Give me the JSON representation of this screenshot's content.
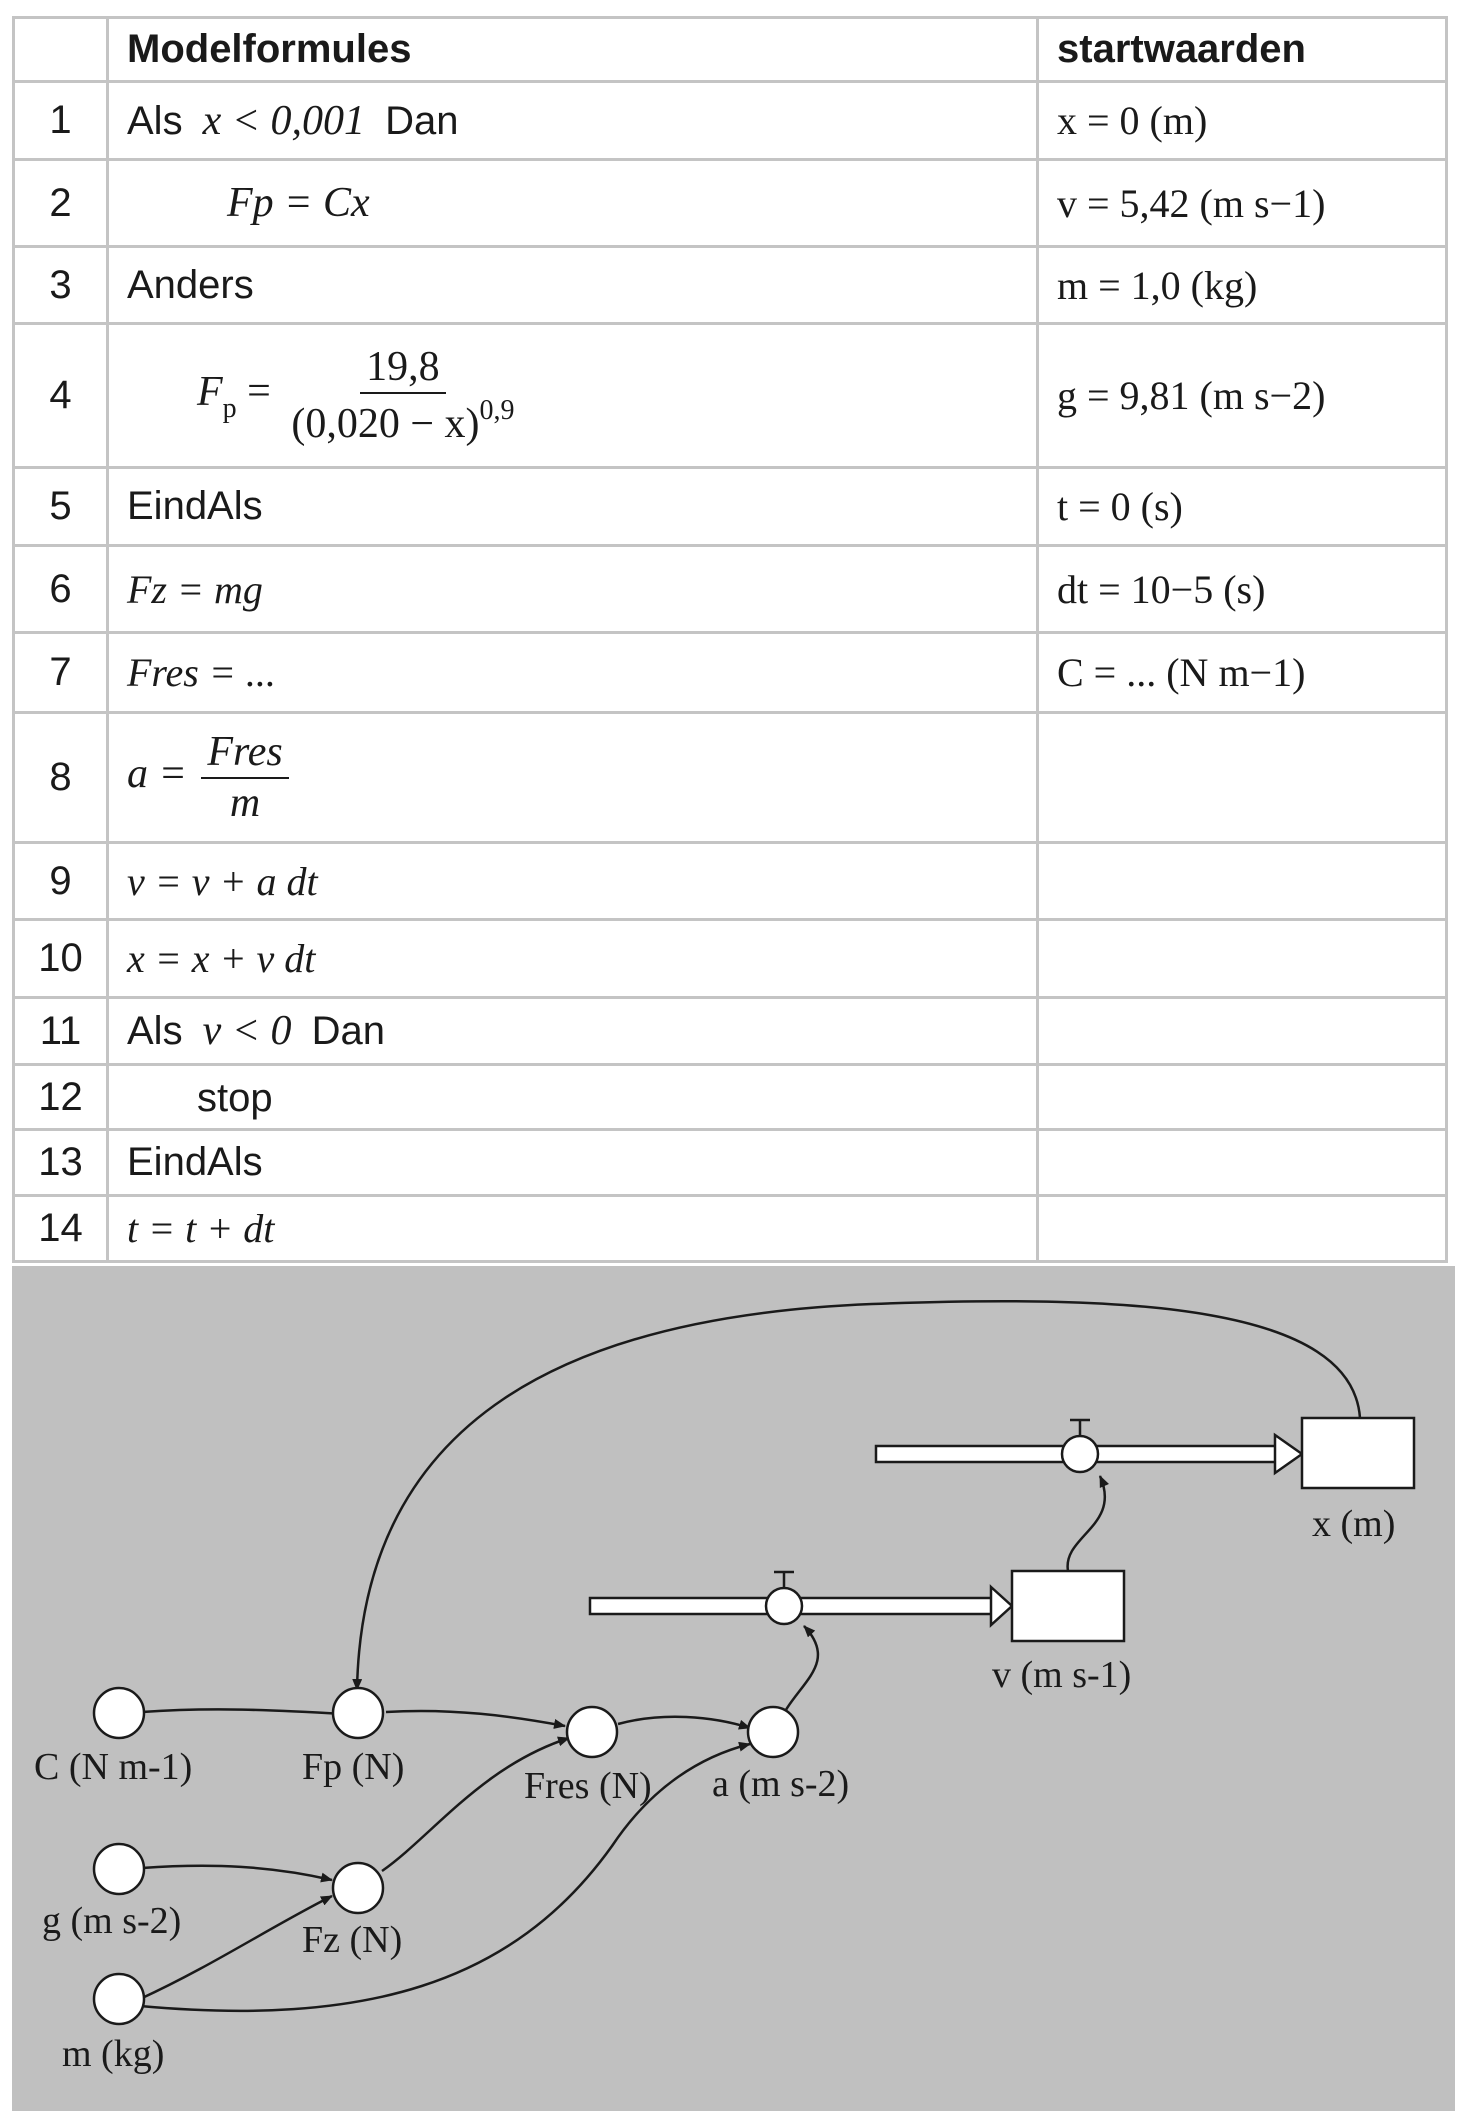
{
  "table": {
    "headers": {
      "num": "",
      "formulas": "Modelformules",
      "start": "startwaarden"
    },
    "rows": [
      {
        "num": "1",
        "start": "x = 0 (m)"
      },
      {
        "num": "2",
        "start": "v = 5,42 (m s−1)"
      },
      {
        "num": "3",
        "start": "m = 1,0 (kg)"
      },
      {
        "num": "4",
        "start": "g = 9,81 (m s−2)"
      },
      {
        "num": "5",
        "start": "t = 0 (s)"
      },
      {
        "num": "6",
        "start": "dt = 10−5 (s)"
      },
      {
        "num": "7",
        "start": "C = ... (N m−1)"
      },
      {
        "num": "8",
        "start": ""
      },
      {
        "num": "9",
        "start": ""
      },
      {
        "num": "10",
        "start": ""
      },
      {
        "num": "11",
        "start": ""
      },
      {
        "num": "12",
        "start": ""
      },
      {
        "num": "13",
        "start": ""
      },
      {
        "num": "14",
        "start": ""
      }
    ],
    "formulas": {
      "r1_kw1": "Als",
      "r1_expr": "x < 0,001",
      "r1_kw2": "Dan",
      "r2": "Fp = Cx",
      "r3": "Anders",
      "r4_num": "19,8",
      "r4_den": "(0,020 − x)",
      "r4_exp": "0,9",
      "r5": "EindAls",
      "r6": "Fz = mg",
      "r7": "Fres = ...",
      "r8_num": "Fres",
      "r8_den": "m",
      "r9": "v = v + a dt",
      "r10": "x = x + v dt",
      "r11_kw1": "Als",
      "r11_expr": "v < 0",
      "r11_kw2": "Dan",
      "r12": "stop",
      "r13": "EindAls",
      "r14": "t = t + dt"
    }
  },
  "diagram": {
    "nodes": {
      "C": "C (N m-1)",
      "Fp": "Fp (N)",
      "Fres": "Fres (N)",
      "a": "a (m s-2)",
      "g": "g (m s-2)",
      "Fz": "Fz (N)",
      "m": "m (kg)",
      "v": "v (m s-1)",
      "x": "x (m)"
    },
    "colors": {
      "background": "#c0c0c0",
      "stroke": "#1a1a1a",
      "node_fill": "#ffffff"
    }
  }
}
